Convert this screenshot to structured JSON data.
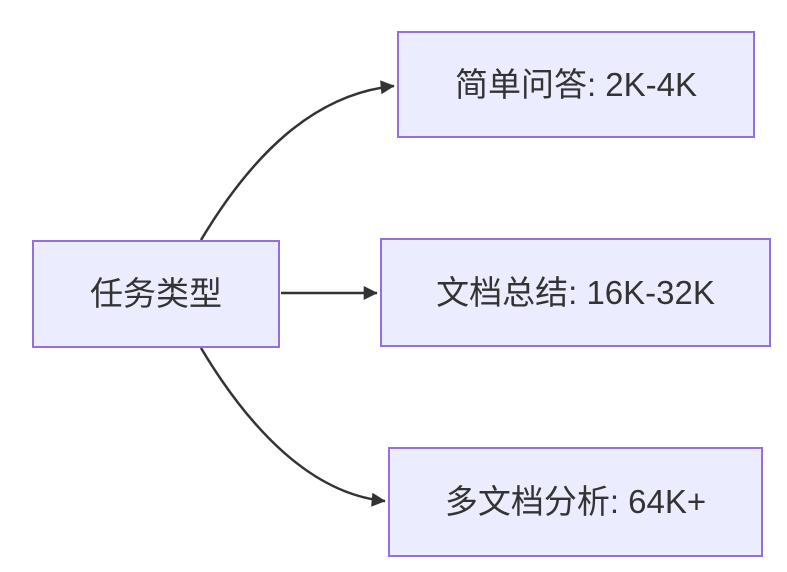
{
  "diagram": {
    "type": "flowchart",
    "direction": "left-to-right",
    "root": {
      "label": "任务类型"
    },
    "branches": [
      {
        "label": "简单问答: 2K-4K"
      },
      {
        "label": "文档总结: 16K-32K"
      },
      {
        "label": "多文档分析: 64K+"
      }
    ],
    "edges": [
      {
        "from": "任务类型",
        "to": "简单问答: 2K-4K"
      },
      {
        "from": "任务类型",
        "to": "文档总结: 16K-32K"
      },
      {
        "from": "任务类型",
        "to": "多文档分析: 64K+"
      }
    ],
    "colors": {
      "node_fill": "#ECECFF",
      "node_border": "#9370DB",
      "edge_stroke": "#333333",
      "text": "#333333",
      "background": "#FFFFFF"
    }
  }
}
